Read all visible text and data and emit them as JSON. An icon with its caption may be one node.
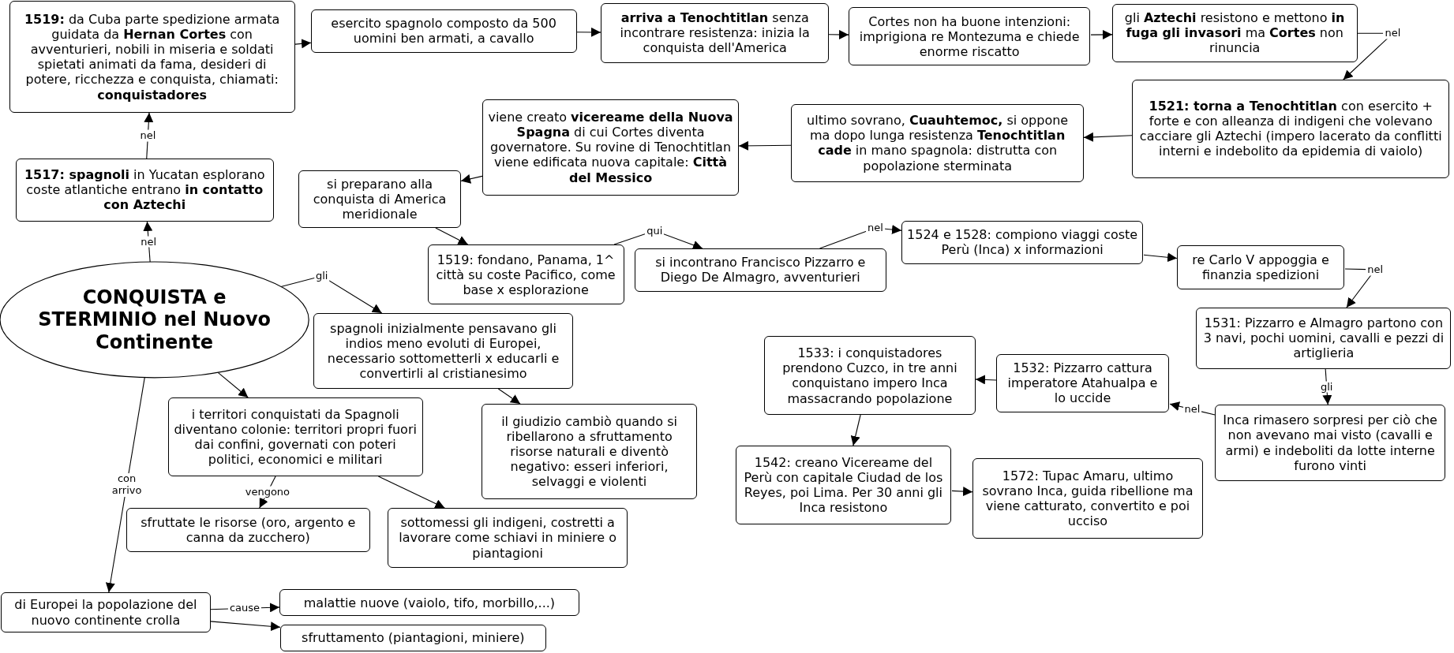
{
  "diagram": {
    "nodes": [
      {
        "text": [
          "CONQUISTA e STERMINIO nel Nuovo Continente"
        ]
      },
      {
        "text": [
          "**1517: spagnoli** in Yucatan esplorano coste atlantiche entrano **in contatto con Aztechi**"
        ]
      },
      {
        "text": [
          "**1519:** da Cuba parte spedizione armata guidata da **Hernan Cortes** con avventurieri, nobili in miseria e soldati spietati animati da fama, desideri di potere, ricchezza e conquista, chiamati: **conquistadores**"
        ]
      },
      {
        "text": [
          "esercito spagnolo composto da 500 uomini ben armati, a cavallo"
        ]
      },
      {
        "text": [
          "**arriva a Tenochtitlan** senza incontrare resistenza: inizia la conquista dell'America"
        ]
      },
      {
        "text": [
          "Cortes non ha buone intenzioni: imprigiona re Montezuma e chiede enorme riscatto"
        ]
      },
      {
        "text": [
          "gli **Aztechi** resistono e mettono **in fuga gli invasori** ma **Cortes** non rinuncia"
        ]
      },
      {
        "text": [
          "**1521: torna a Tenochtitlan** con esercito + forte e con alleanza di indigeni che volevano cacciare gli Aztechi (impero lacerato da conflitti interni e indebolito da epidemia di vaiolo)"
        ]
      },
      {
        "text": [
          "ultimo sovrano, **Cuauhtemoc,** si oppone ma dopo lunga resistenza **Tenochtitlan cade** in mano spagnola: distrutta con popolazione sterminata"
        ]
      },
      {
        "text": [
          "viene creato **vicereame della Nuova Spagna** di cui Cortes diventa governatore. Su rovine di Tenochtitlan viene edificata nuova capitale: **Città del Messico**"
        ]
      },
      {
        "text": [
          "si preparano alla conquista di America meridionale"
        ]
      },
      {
        "text": [
          "1519: fondano, Panama, 1^ città su coste Pacifico, come base x esplorazione"
        ]
      },
      {
        "text": [
          "si incontrano Francisco Pizzarro e Diego De Almagro, avventurieri"
        ]
      },
      {
        "text": [
          "1524 e 1528: compiono viaggi coste Perù (Inca) x informazioni"
        ]
      },
      {
        "text": [
          "re Carlo V appoggia e finanzia spedizioni"
        ]
      },
      {
        "text": [
          "1531: Pizzarro e Almagro partono con 3 navi, pochi uomini, cavalli e pezzi di artiglieria"
        ]
      },
      {
        "text": [
          "Inca rimasero sorpresi per ciò che non avevano mai visto (cavalli e armi) e indeboliti da lotte interne furono vinti"
        ]
      },
      {
        "text": [
          "1532: Pizzarro cattura imperatore Atahualpa e lo uccide"
        ]
      },
      {
        "text": [
          "1533: i conquistadores prendono Cuzco, in tre anni conquistano impero Inca massacrando popolazione"
        ]
      },
      {
        "text": [
          "1542: creano Vicereame del Perù con capitale Ciudad de los Reyes, poi Lima. Per 30 anni gli Inca resistono"
        ]
      },
      {
        "text": [
          "1572: Tupac Amaru, ultimo sovrano Inca, guida ribellione ma viene catturato, convertito e poi ucciso"
        ]
      },
      {
        "text": [
          "spagnoli inizialmente pensavano gli indios meno evoluti di Europei, necessario sottometterli x educarli e convertirli al cristianesimo"
        ]
      },
      {
        "text": [
          "il giudizio cambiò quando si ribellarono a sfruttamento risorse naturali e diventò negativo: esseri inferiori, selvaggi e violenti"
        ]
      },
      {
        "text": [
          "i territori conquistati da Spagnoli diventano colonie: territori propri fuori dai confini, governati con poteri politici, economici e militari"
        ]
      },
      {
        "text": [
          "sfruttate le risorse (oro, argento e canna da zucchero)"
        ]
      },
      {
        "text": [
          "sottomessi gli indigeni, costretti a lavorare come schiavi in miniere o piantagioni"
        ]
      },
      {
        "text": [
          "di Europei la popolazione del nuovo continente crolla"
        ]
      },
      {
        "text": [
          "malattie nuove (vaiolo, tifo, morbillo,...)"
        ]
      },
      {
        "text": [
          "sfruttamento (piantagioni, miniere)"
        ]
      }
    ],
    "edges": [
      {
        "from": 0,
        "to": 1,
        "arrow": "to",
        "label": "nel"
      },
      {
        "from": 1,
        "to": 2,
        "arrow": "to",
        "label": "nel"
      },
      {
        "from": 2,
        "to": 3,
        "arrow": "to"
      },
      {
        "from": 3,
        "to": 4,
        "arrow": "to"
      },
      {
        "from": 4,
        "to": 5,
        "arrow": "to"
      },
      {
        "from": 5,
        "to": 6,
        "arrow": "to"
      },
      {
        "from": 6,
        "to": 7,
        "arrow": "to",
        "label": "nel"
      },
      {
        "from": 7,
        "to": 8,
        "arrow": "to"
      },
      {
        "from": 8,
        "to": 9,
        "arrow": "to"
      },
      {
        "from": 9,
        "to": 10,
        "arrow": "to"
      },
      {
        "from": 10,
        "to": 11,
        "arrow": "to"
      },
      {
        "from": 11,
        "to": 12,
        "arrow": "to",
        "label": "qui"
      },
      {
        "from": 12,
        "to": 13,
        "arrow": "to",
        "label": "nel"
      },
      {
        "from": 13,
        "to": 14,
        "arrow": "to"
      },
      {
        "from": 14,
        "to": 15,
        "arrow": "to",
        "label": "nel"
      },
      {
        "from": 15,
        "to": 16,
        "arrow": "to",
        "label": "gli"
      },
      {
        "from": 16,
        "to": 17,
        "arrow": "to",
        "label": "nel"
      },
      {
        "from": 17,
        "to": 18,
        "arrow": "to"
      },
      {
        "from": 18,
        "to": 19,
        "arrow": "to"
      },
      {
        "from": 19,
        "to": 20,
        "arrow": "to"
      },
      {
        "from": 0,
        "to": 21,
        "arrow": "to",
        "label": "gli"
      },
      {
        "from": 21,
        "to": 22,
        "arrow": "to"
      },
      {
        "from": 0,
        "to": 23,
        "arrow": "to"
      },
      {
        "from": 23,
        "to": 24,
        "arrow": "to",
        "label": "vengono"
      },
      {
        "from": 23,
        "to": 25,
        "arrow": "to"
      },
      {
        "from": 0,
        "to": 26,
        "arrow": "to",
        "label": "con arrivo"
      },
      {
        "from": 26,
        "to": 27,
        "arrow": "to",
        "label": "cause"
      },
      {
        "from": 26,
        "to": 28,
        "arrow": "to"
      }
    ]
  }
}
